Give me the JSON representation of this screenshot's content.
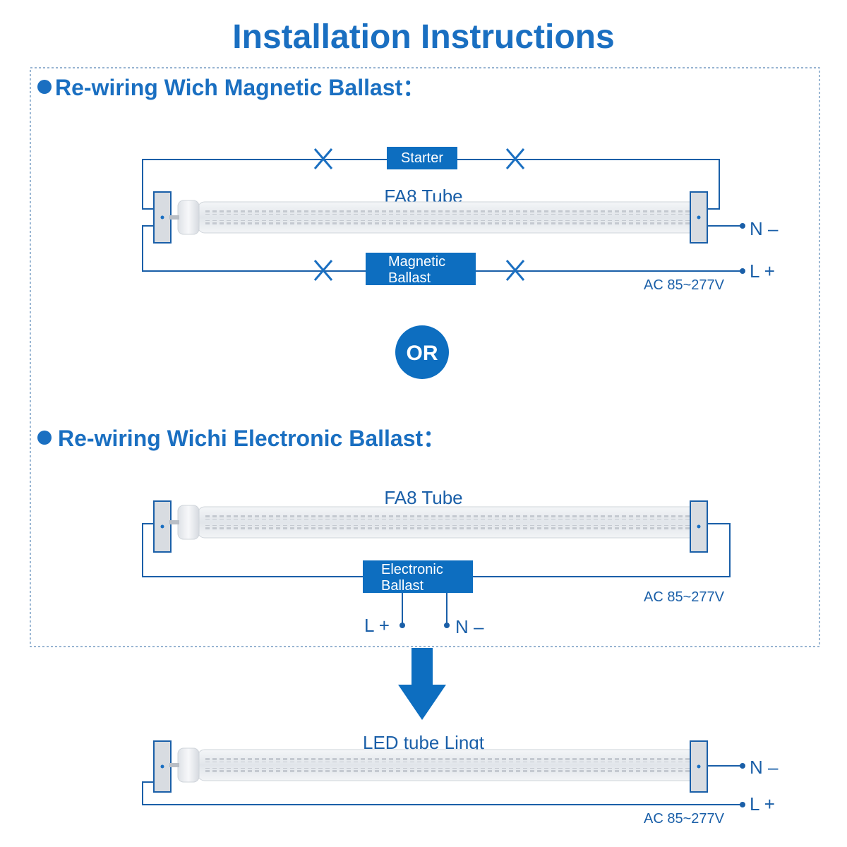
{
  "title": "Installation Instructions",
  "colors": {
    "accent": "#1a6fc1",
    "box": "#0d6ec0",
    "wire": "#1a5fa8"
  },
  "magnetic_section": {
    "heading": "Re-wiring Wich Magnetic Ballast：",
    "tube_label": "FA8 Tube",
    "starter_label": "Starter",
    "ballast_line1": "Magnetic",
    "ballast_line2": "Ballast",
    "neutral_label": "N –",
    "live_label": "L +",
    "voltage": "AC 85~277V"
  },
  "or_label": "OR",
  "electronic_section": {
    "heading": "Re-wiring Wichi Electronic Ballast：",
    "tube_label": "FA8 Tube",
    "ballast_line1": "Electronic",
    "ballast_line2": "Ballast",
    "live_label": "L +",
    "neutral_label": "N –",
    "voltage": "AC 85~277V"
  },
  "led_section": {
    "tube_label": "LED tube Lingt",
    "neutral_label": "N –",
    "live_label": "L +",
    "voltage": "AC 85~277V"
  }
}
